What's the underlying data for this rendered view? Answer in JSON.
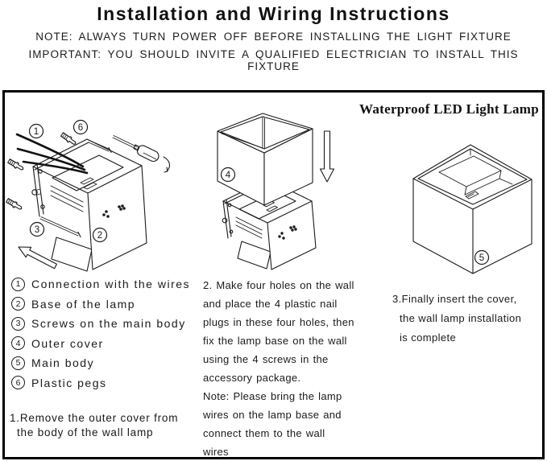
{
  "header": {
    "title": "Installation and Wiring Instructions",
    "note1": "NOTE: ALWAYS TURN POWER OFF BEFORE INSTALLING THE LIGHT FIXTURE",
    "note2": "IMPORTANT: YOU SHOULD INVITE A QUALIFIED ELECTRICIAN TO INSTALL THIS FIXTURE"
  },
  "panel": {
    "product_label": "Waterproof LED Light Lamp",
    "parts": [
      {
        "num": "1",
        "label": "Connection with the wires"
      },
      {
        "num": "2",
        "label": "Base of the lamp"
      },
      {
        "num": "3",
        "label": "Screws on the main body"
      },
      {
        "num": "4",
        "label": "Outer cover"
      },
      {
        "num": "5",
        "label": "Main body"
      },
      {
        "num": "6",
        "label": "Plastic pegs"
      }
    ],
    "diagram_labels": {
      "n1": "1",
      "n2": "2",
      "n3": "3",
      "n4": "4",
      "n5": "5",
      "n6": "6"
    },
    "step1": {
      "lines": [
        "1.Remove the outer cover from",
        "the body of the wall lamp"
      ]
    },
    "step2": {
      "lines": [
        "2. Make four holes on the wall",
        "and place the 4 plastic nail",
        "plugs in these four holes, then",
        "fix the lamp base on the wall",
        "using the 4 screws in the",
        "accessory package.",
        "Note: Please bring the lamp",
        "wires on the lamp base and",
        "connect them to the wall",
        "wires"
      ]
    },
    "step3": {
      "lines": [
        "3.Finally insert the cover,",
        "the wall lamp installation",
        "is complete"
      ]
    },
    "icons": [
      "wires-icon",
      "peg-icon",
      "screwdriver-icon",
      "rotation-arrow-icon",
      "up-left-arrow-icon",
      "down-arrow-icon"
    ]
  },
  "colors": {
    "ink": "#1a1a1a",
    "border": "#000000",
    "background": "#ffffff"
  }
}
